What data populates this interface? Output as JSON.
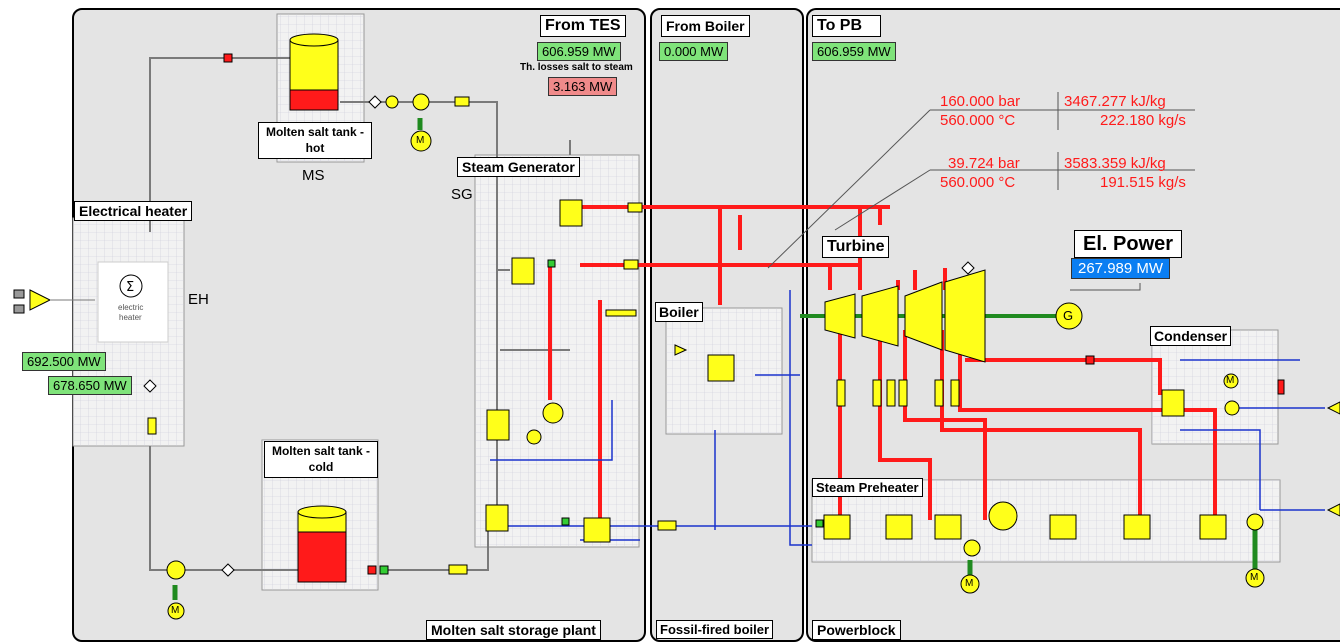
{
  "panels": {
    "tes": {
      "label": "From TES",
      "value": "606.959 MW",
      "loss_label": "Th. losses salt to steam",
      "loss_value": "3.163 MW",
      "footer": "Molten salt storage plant"
    },
    "boiler": {
      "label": "From Boiler",
      "value": "0.000 MW",
      "footer": "Fossil-fired boiler"
    },
    "pb": {
      "label": "To PB",
      "value": "606.959 MW",
      "footer": "Powerblock"
    }
  },
  "components": {
    "hot_tank": "Molten salt tank - hot",
    "cold_tank": "Molten salt tank - cold",
    "ms": "MS",
    "steam_generator": "Steam Generator",
    "sg": "SG",
    "electrical_heater": "Electrical heater",
    "eh": "EH",
    "heater_text_1": "electric",
    "heater_text_2": "heater",
    "boiler": "Boiler",
    "turbine": "Turbine",
    "condenser": "Condenser",
    "steam_preheater": "Steam Preheater",
    "generator": "G",
    "motor": "M"
  },
  "heater_values": {
    "in": "692.500 MW",
    "out": "678.650 MW"
  },
  "el_power": {
    "label": "El. Power",
    "value": "267.989 MW"
  },
  "steam_states": [
    {
      "pressure": "160.000 bar",
      "temperature": "560.000 °C",
      "enthalpy": "3467.277 kJ/kg",
      "flow": "222.180 kg/s"
    },
    {
      "pressure": "39.724 bar",
      "temperature": "560.000 °C",
      "enthalpy": "3583.359 kJ/kg",
      "flow": "191.515 kg/s"
    }
  ],
  "colors": {
    "steam": "#ff1a1a",
    "water": "#1a33cc",
    "salt": "#7a7a7a",
    "shaft": "#1f8a1f",
    "component": "#ffff1a",
    "green_value": "#7fe37a",
    "red_value": "#f08a8a",
    "blue_value": "#0a7ef2"
  }
}
